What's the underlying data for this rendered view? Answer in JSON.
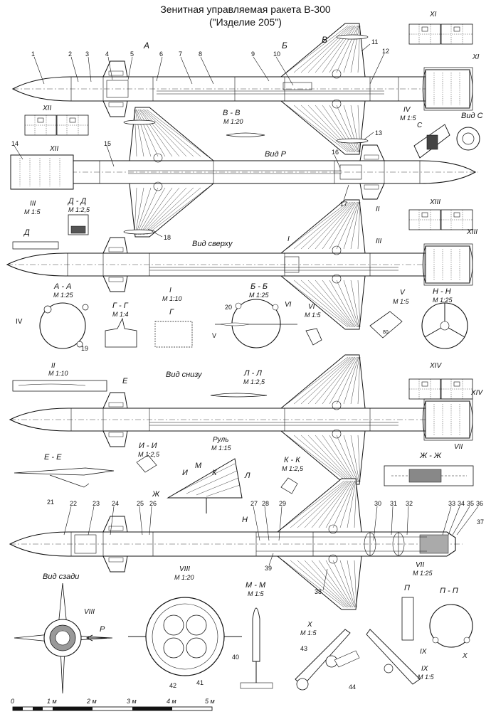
{
  "title": {
    "line1": "Зенитная управляемая ракета В-300",
    "line2": "(\"Изделие 205\")"
  },
  "view_titles": {
    "vid_r": "Вид Р",
    "vid_sverhu": "Вид сверху",
    "vid_snizu": "Вид снизу",
    "vid_szadi": "Вид сзади",
    "vid_c": "Вид С",
    "vid_c_arrow": "С",
    "view_arrow_p": "Р"
  },
  "section_labels": {
    "b_b": {
      "name": "В - В",
      "scale": "М 1:20"
    },
    "iv": {
      "name": "IV",
      "scale": "М 1:5"
    },
    "iii": {
      "name": "III",
      "scale": "М 1:5"
    },
    "d_d": {
      "name": "Д - Д",
      "scale": "М 1:2,5"
    },
    "d_mark": "Д",
    "a_a": {
      "name": "А - А",
      "scale": "М 1:25"
    },
    "i": {
      "name": "I",
      "scale": "М 1:10"
    },
    "bb": {
      "name": "Б - Б",
      "scale": "М 1:25"
    },
    "vi": {
      "name": "VI",
      "scale": "М 1:5"
    },
    "v": {
      "name": "V",
      "scale": "М 1:5"
    },
    "n_n": {
      "name": "Н - Н",
      "scale": "М 1:25"
    },
    "g_g": {
      "name": "Г - Г",
      "scale": "М 1:4"
    },
    "g_mark": "Г",
    "ii": {
      "name": "II",
      "scale": "М 1:10"
    },
    "l_l": {
      "name": "Л - Л",
      "scale": "М 1:2,5"
    },
    "e_e": {
      "name": "Е - Е"
    },
    "e_mark": "Е",
    "i_i": {
      "name": "И - И",
      "scale": "М 1:2,5"
    },
    "rul": {
      "name": "Руль",
      "scale": "М 1:15"
    },
    "k_k": {
      "name": "К - К",
      "scale": "М 1:2,5"
    },
    "zh_zh": {
      "name": "Ж - Ж"
    },
    "zh_mark": "Ж",
    "m_m": {
      "name": "М - М",
      "scale": "М 1:5"
    },
    "viii": {
      "name": "VIII",
      "scale": "М 1:20"
    },
    "vii": {
      "name": "VII",
      "scale": "М 1:25"
    },
    "p_p": {
      "name": "П - П"
    },
    "p_mark": "П",
    "x": {
      "name": "X",
      "scale": "М 1:5"
    },
    "ix": {
      "name": "IX",
      "scale": "М 1:5"
    },
    "n_mark": "Н"
  },
  "roman_callouts": {
    "xi": "XI",
    "xii": "XII",
    "xiii": "XIII",
    "xiv": "XIV",
    "ii": "II",
    "i": "I",
    "iii": "III",
    "iv": "IV",
    "vi": "VI",
    "vii": "VII",
    "viii": "VIII",
    "ix": "IX",
    "x": "X",
    "v": "V"
  },
  "section_letters": {
    "a": "А",
    "b": "Б",
    "v": "В",
    "i": "И",
    "m": "М",
    "k": "К",
    "l": "Л"
  },
  "part_numbers": [
    "1",
    "2",
    "3",
    "4",
    "5",
    "6",
    "7",
    "8",
    "9",
    "10",
    "11",
    "12",
    "13",
    "14",
    "15",
    "16",
    "17",
    "18",
    "19",
    "20",
    "21",
    "22",
    "23",
    "24",
    "25",
    "26",
    "27",
    "28",
    "29",
    "30",
    "31",
    "32",
    "33",
    "34",
    "35",
    "36",
    "37",
    "38",
    "39",
    "40",
    "41",
    "42",
    "43",
    "44"
  ],
  "detail_marks": {
    "d80": "80"
  },
  "scale_bar": {
    "labels": [
      "0",
      "1 м",
      "2 м",
      "3 м",
      "4 м",
      "5 м"
    ]
  }
}
